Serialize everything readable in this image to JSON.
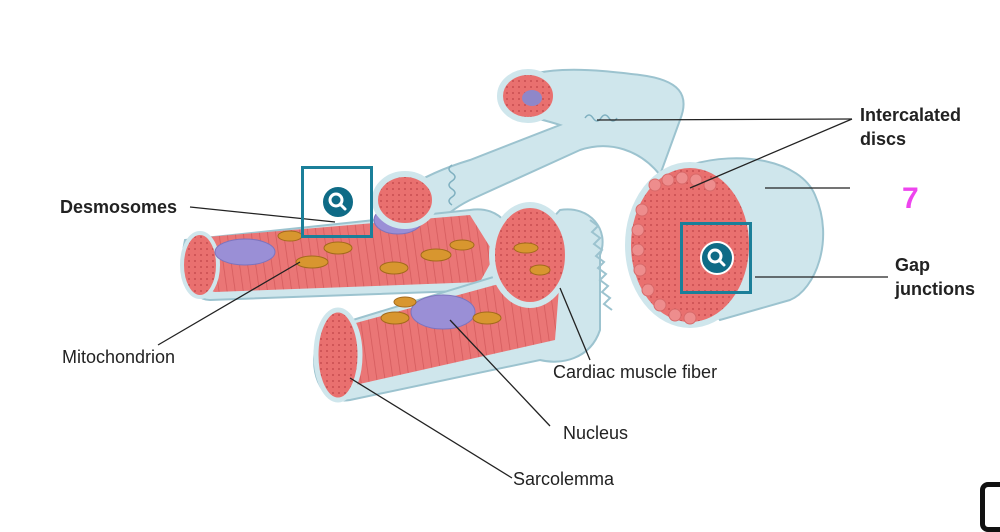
{
  "labels": {
    "desmosomes": "Desmosomes",
    "mitochondrion": "Mitochondrion",
    "intercalated_line1": "Intercalated",
    "intercalated_line2": "discs",
    "gap_line1": "Gap",
    "gap_line2": "junctions",
    "cardiac_fiber": "Cardiac muscle fiber",
    "nucleus": "Nucleus",
    "sarcolemma": "Sarcolemma"
  },
  "step_number": "7",
  "colors": {
    "membrane": "#cfe6ec",
    "membrane_edge": "#9cc3cf",
    "muscle": "#e56a6a",
    "nucleus": "#9a8fd6",
    "mitochondria": "#d8962f",
    "zoom": "#0f6b86",
    "step": "#ee44ee"
  },
  "icons": {
    "zoom_button": "magnifier-icon"
  }
}
